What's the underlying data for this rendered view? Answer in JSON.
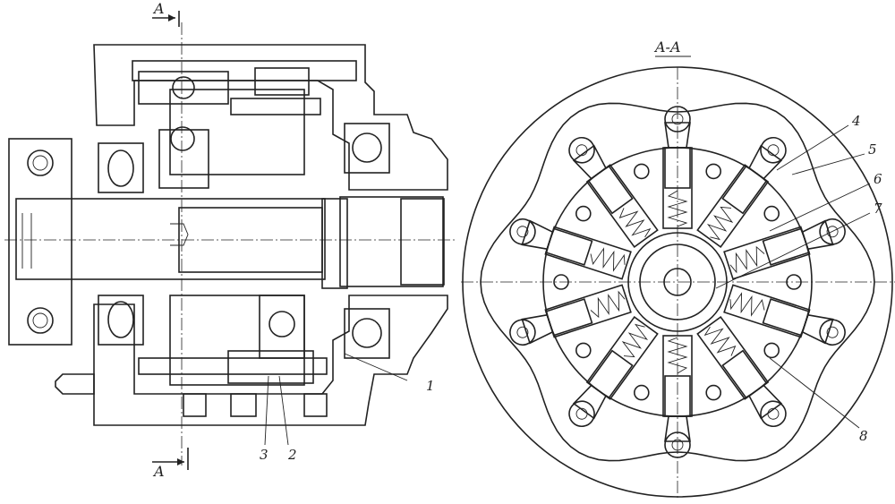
{
  "section_marks": {
    "top": "A",
    "bottom": "A",
    "view": "A-A"
  },
  "labels": {
    "l1": "1",
    "l2": "2",
    "l3": "3",
    "l4": "4",
    "l5": "5",
    "l6": "6",
    "l7": "7",
    "l8": "8"
  },
  "colors": {
    "ink": "#222222",
    "paper": "#ffffff"
  }
}
